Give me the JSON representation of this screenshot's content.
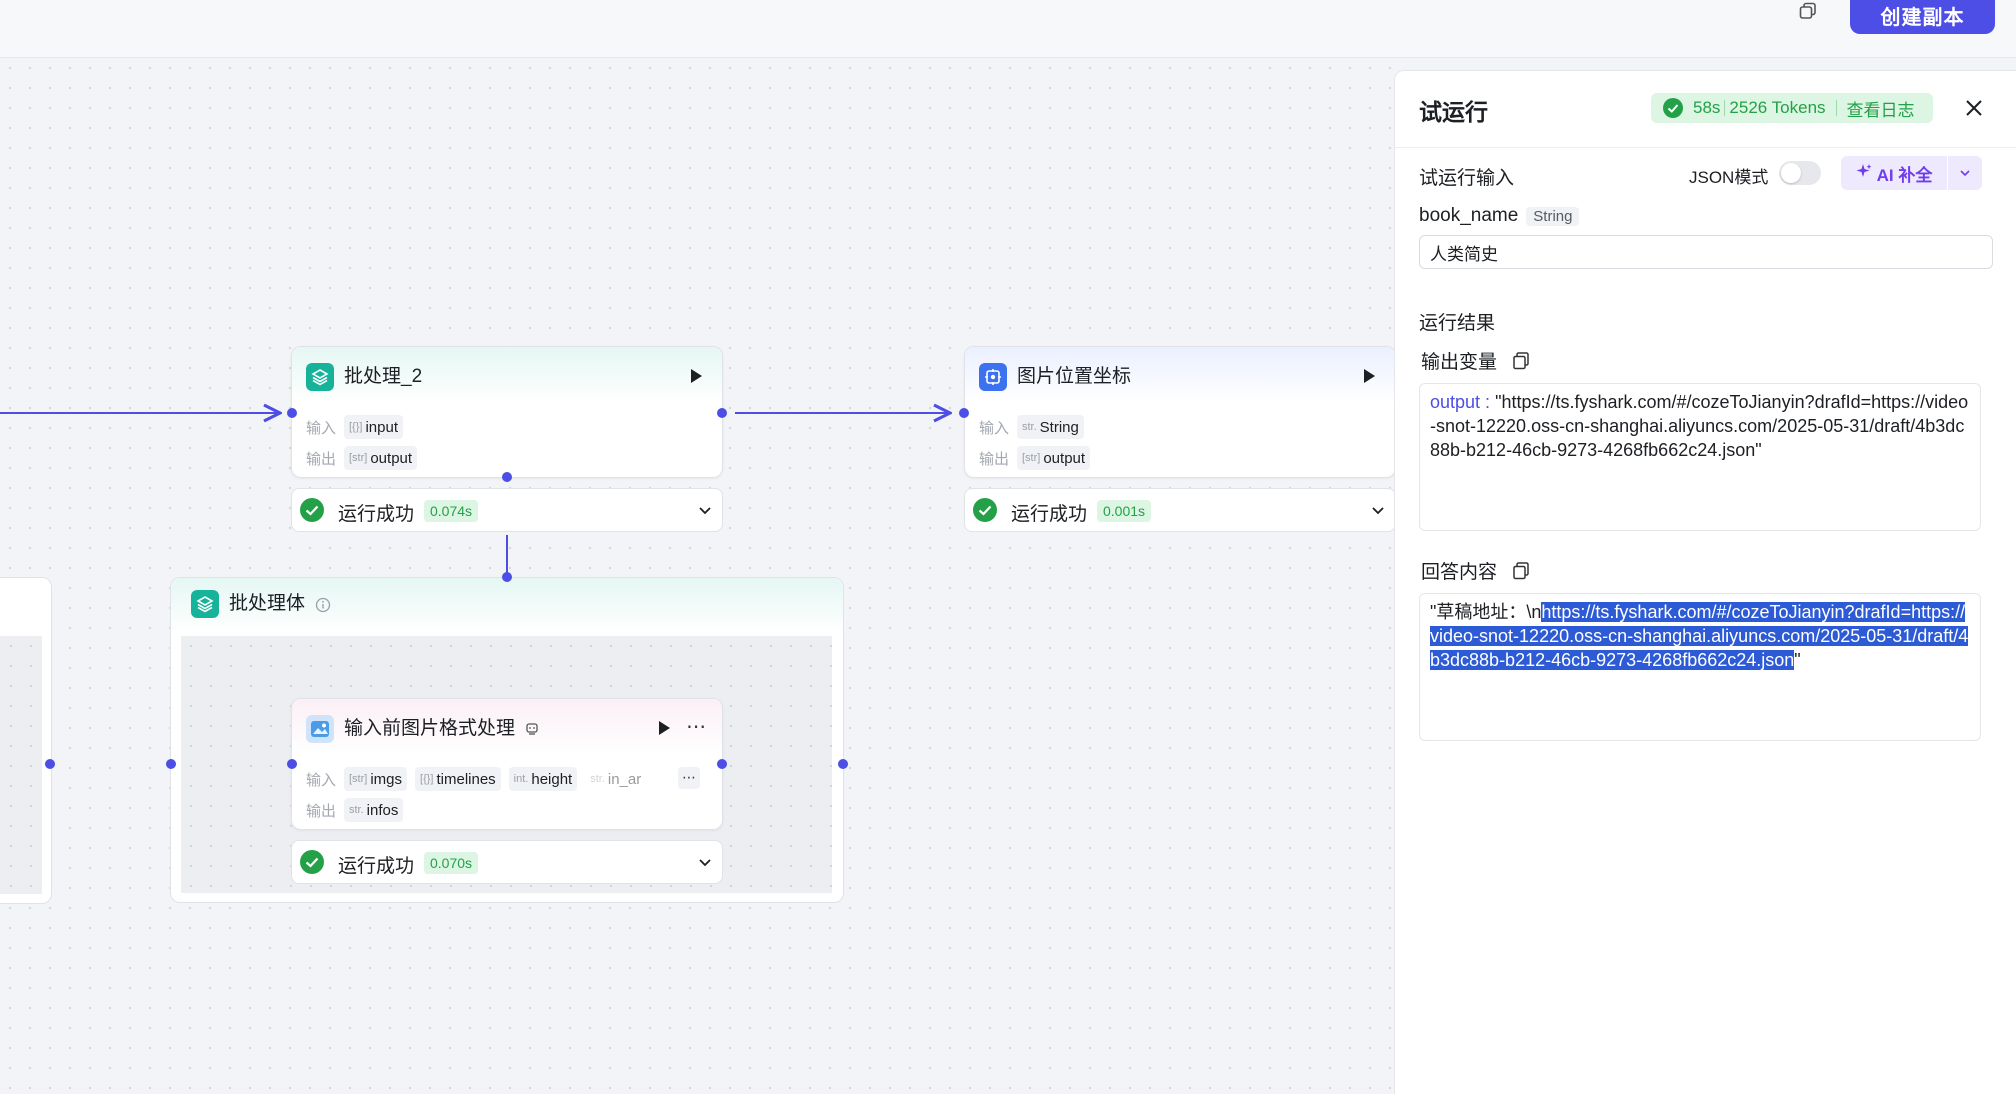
{
  "topbar": {
    "copy_icon": "copy-window-icon",
    "create_copy_label": "创建副本",
    "accent": "#4c4ee6"
  },
  "nodes": {
    "batch2": {
      "title": "批处理_2",
      "input_label": "输入",
      "output_label": "输出",
      "input_type": "[{}]",
      "input_name": "input",
      "output_type": "[str]",
      "output_name": "output",
      "status": "运行成功",
      "time": "0.074s"
    },
    "imgpos": {
      "title": "图片位置坐标",
      "input_label": "输入",
      "output_label": "输出",
      "input_type": "str.",
      "input_name": "String",
      "output_type": "[str]",
      "output_name": "output",
      "status": "运行成功",
      "time": "0.001s"
    },
    "body": {
      "title": "批处理体"
    },
    "preimg": {
      "title": "输入前图片格式处理",
      "input_label": "输入",
      "output_label": "输出",
      "inputs": [
        {
          "type": "[str]",
          "name": "imgs"
        },
        {
          "type": "[{}]",
          "name": "timelines"
        },
        {
          "type": "int.",
          "name": "height"
        },
        {
          "type": "str.",
          "name": "in_ar"
        }
      ],
      "output_type": "str.",
      "output_name": "infos",
      "status": "运行成功",
      "time": "0.070s"
    }
  },
  "panel": {
    "title": "试运行",
    "run_time": "58s",
    "tokens": "2526 Tokens",
    "view_log": "查看日志",
    "input_section": "试运行输入",
    "json_mode": "JSON模式",
    "ai_fill": "AI 补全",
    "field_name": "book_name",
    "field_type": "String",
    "field_value": "人类简史",
    "result_section": "运行结果",
    "output_vars_label": "输出变量",
    "output_key": "output",
    "output_value": "\"https://ts.fyshark.com/#/cozeToJianyin?drafId=https://video-snot-12220.oss-cn-shanghai.aliyuncs.com/2025-05-31/draft/4b3dc88b-b212-46cb-9273-4268fb662c24.json\"",
    "answer_label": "回答内容",
    "answer_prefix": "\"草稿地址：\\n",
    "answer_selected": "https://ts.fyshark.com/#/cozeToJianyin?drafId=https://video-snot-12220.oss-cn-shanghai.aliyuncs.com/2025-05-31/draft/4b3dc88b-b212-46cb-9273-4268fb662c24.json",
    "answer_suffix": "\"",
    "success_color": "#24a148"
  }
}
